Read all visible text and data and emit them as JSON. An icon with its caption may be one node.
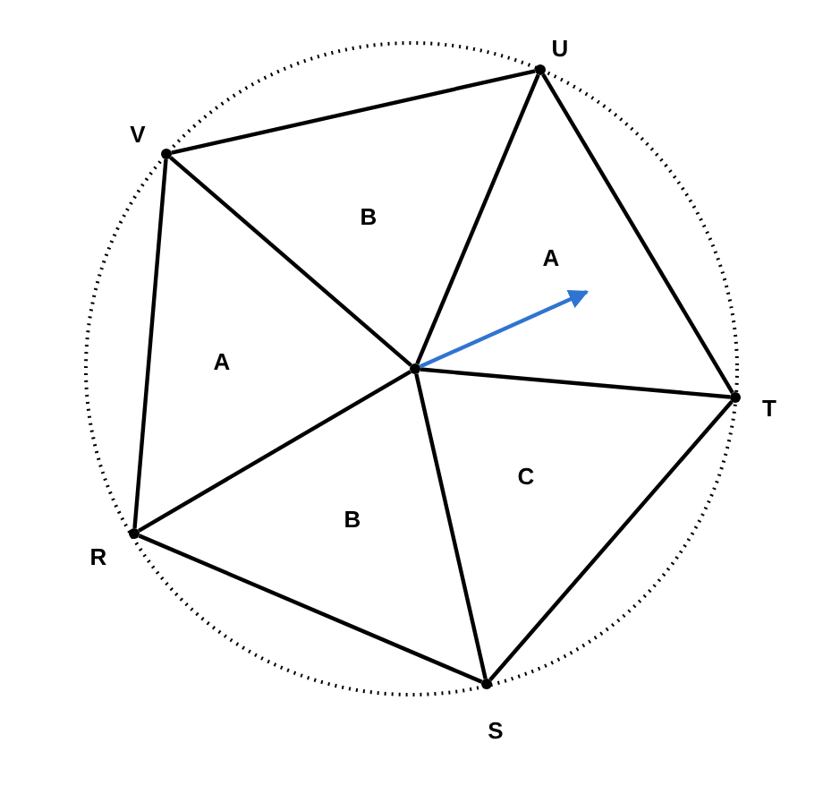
{
  "diagram": {
    "nodes": [
      {
        "text": [],
        "shape": "circle"
      },
      {
        "text": [],
        "shape": "circle"
      },
      {
        "text": [],
        "shape": "circle"
      },
      {
        "text": [],
        "shape": "circle"
      },
      {
        "text": [],
        "shape": "circle"
      },
      {
        "text": [],
        "shape": "circle"
      }
    ],
    "edges": [
      {
        "from": 0,
        "to": 1,
        "arrow": "none"
      },
      {
        "from": 1,
        "to": 4,
        "arrow": "none"
      },
      {
        "from": 4,
        "to": 5,
        "arrow": "none"
      },
      {
        "from": 5,
        "to": 3,
        "arrow": "none"
      },
      {
        "from": 3,
        "to": 0,
        "arrow": "none"
      },
      {
        "from": 2,
        "to": 0,
        "arrow": "none"
      },
      {
        "from": 2,
        "to": 1,
        "arrow": "none"
      },
      {
        "from": 2,
        "to": 3,
        "arrow": "none"
      },
      {
        "from": 2,
        "to": 4,
        "arrow": "none"
      },
      {
        "from": 2,
        "to": 5,
        "arrow": "none"
      },
      {
        "from": 2,
        "to": null,
        "arrow": "to",
        "color": "#2f74d0"
      }
    ],
    "labels": [
      "U",
      "V",
      "B",
      "A",
      "A",
      "T",
      "C",
      "B",
      "R",
      "S"
    ]
  }
}
